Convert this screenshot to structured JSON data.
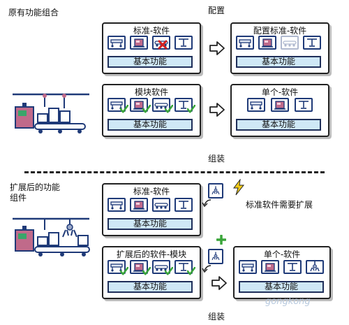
{
  "top_section": {
    "label": "原有功能组合",
    "config_label": "配置",
    "assembly_label": "组装",
    "standard_card": {
      "title": "标准-软件",
      "base": "基本功能"
    },
    "config_card": {
      "title": "配置标准-软件",
      "base": "基本功能"
    },
    "module_card": {
      "title": "模块软件",
      "base": "基本功能"
    },
    "single_card": {
      "title": "单个-软件",
      "base": "基本功能"
    }
  },
  "bottom_section": {
    "label_line1": "扩展后的功能",
    "label_line2": "组件",
    "assembly_label": "组装",
    "standard_card": {
      "title": "标准-软件",
      "base": "基本功能"
    },
    "note": "标准软件需要扩展",
    "extended_card": {
      "title": "扩展后的软件-模块",
      "base": "基本功能"
    },
    "single_card": {
      "title": "单个-软件",
      "base": "基本功能"
    }
  },
  "watermark": "gongkong",
  "colors": {
    "bar_fill": "#cfe8f6",
    "tile_border": "#1f3a78",
    "check": "#3aa53a",
    "cross": "#d42020",
    "lightning": "#f2cc1a"
  }
}
